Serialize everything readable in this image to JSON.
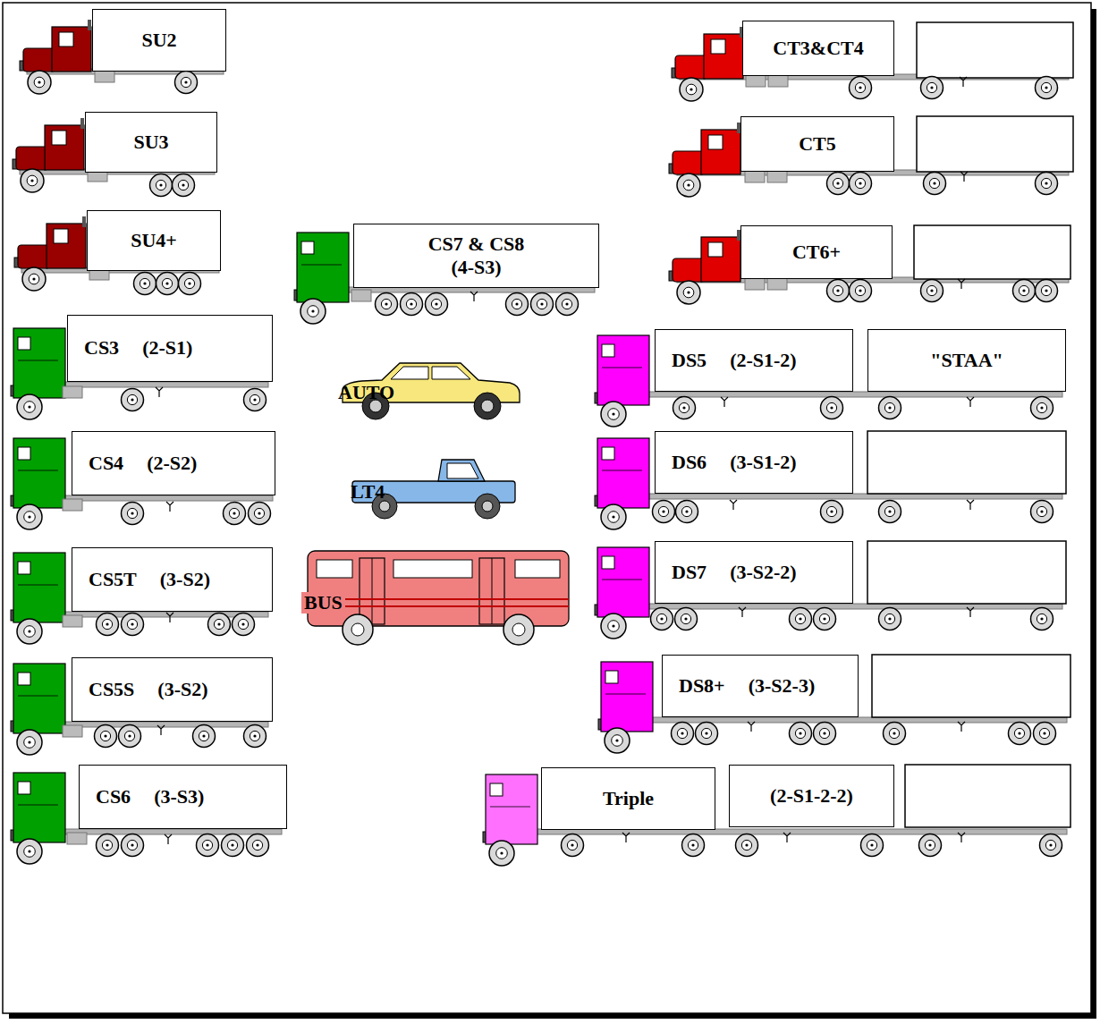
{
  "diagram": {
    "nodes": [
      {
        "text": [
          "SU2"
        ]
      },
      {
        "text": [
          "CT3&CT4"
        ]
      },
      {
        "text": [
          "SU3"
        ]
      },
      {
        "text": [
          "CT5"
        ]
      },
      {
        "text": [
          "SU4+"
        ]
      },
      {
        "text": [
          "CS7 & CS8",
          "(4-S3)"
        ]
      },
      {
        "text": [
          "CT6+"
        ]
      },
      {
        "text": [
          "CS3",
          "(2-S1)"
        ]
      },
      {
        "text": [
          "AUTO"
        ]
      },
      {
        "text": [
          "DS5",
          "(2-S1-2)"
        ]
      },
      {
        "text": [
          "\"STAA\""
        ]
      },
      {
        "text": [
          "CS4",
          "(2-S2)"
        ]
      },
      {
        "text": [
          "LT4"
        ]
      },
      {
        "text": [
          "DS6",
          "(3-S1-2)"
        ]
      },
      {
        "text": [
          "CS5T",
          "(3-S2)"
        ]
      },
      {
        "text": [
          "BUS"
        ]
      },
      {
        "text": [
          "DS7",
          "(3-S2-2)"
        ]
      },
      {
        "text": [
          "CS5S",
          "(3-S2)"
        ]
      },
      {
        "text": [
          "DS8+",
          "(3-S2-3)"
        ]
      },
      {
        "text": [
          "CS6",
          "(3-S3)"
        ]
      },
      {
        "text": [
          "Triple"
        ]
      },
      {
        "text": [
          "(2-S1-2-2)"
        ]
      }
    ]
  }
}
